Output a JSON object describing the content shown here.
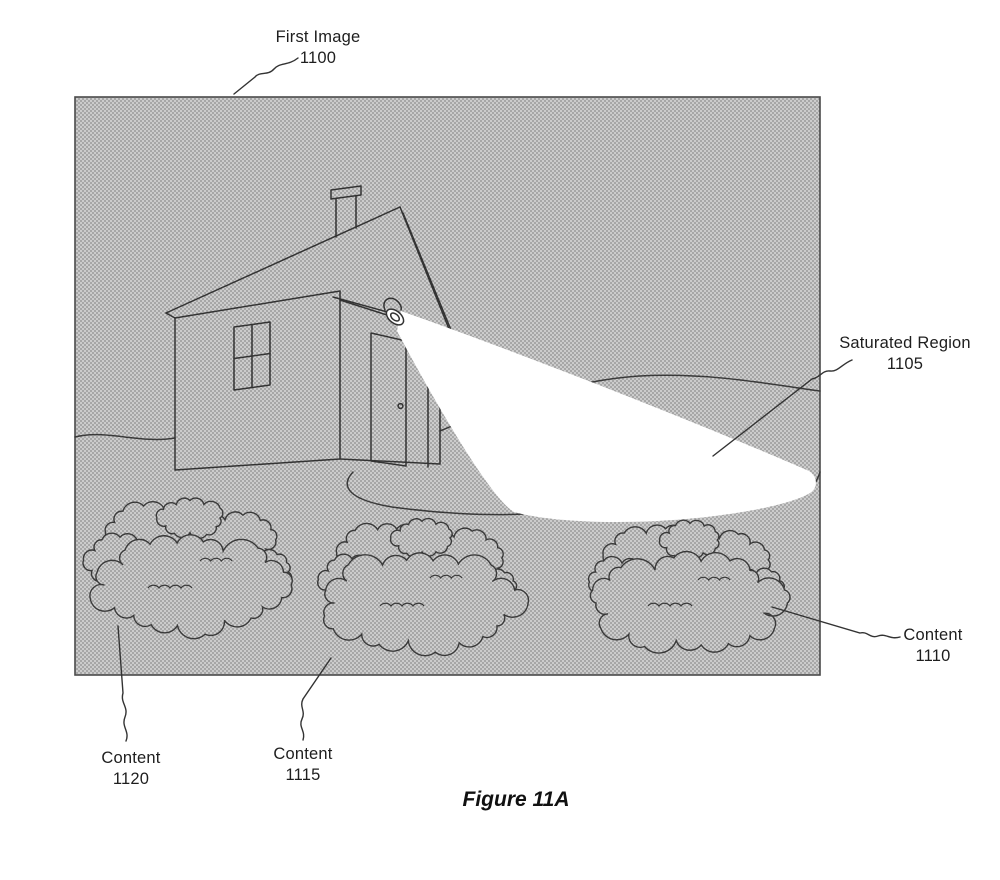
{
  "figure": {
    "caption": "Figure 11A"
  },
  "labels": {
    "first_image": {
      "name": "First Image",
      "number": "1100"
    },
    "saturated_region": {
      "name": "Saturated Region",
      "number": "1105"
    },
    "content_1110": {
      "name": "Content",
      "number": "1110"
    },
    "content_1115": {
      "name": "Content",
      "number": "1115"
    },
    "content_1120": {
      "name": "Content",
      "number": "1120"
    }
  },
  "colors": {
    "line": "#333333",
    "border": "#4a4a4a",
    "halftone_base": "#cccccc",
    "halftone_dot": "#8d8d8d",
    "saturated_region_fill": "#ffffff"
  }
}
